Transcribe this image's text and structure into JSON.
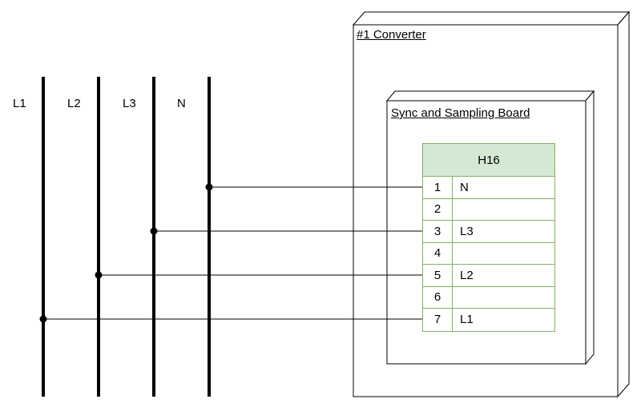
{
  "busbars": {
    "labels": [
      "L1",
      "L2",
      "L3",
      "N"
    ]
  },
  "converter": {
    "title": "#1 Converter"
  },
  "board": {
    "title": "Sync and Sampling Board"
  },
  "connector": {
    "header": "H16",
    "rows": [
      {
        "num": "1",
        "name": "N"
      },
      {
        "num": "2",
        "name": ""
      },
      {
        "num": "3",
        "name": "L3"
      },
      {
        "num": "4",
        "name": ""
      },
      {
        "num": "5",
        "name": "L2"
      },
      {
        "num": "6",
        "name": ""
      },
      {
        "num": "7",
        "name": "L1"
      }
    ]
  },
  "colors": {
    "table_border": "#82b366",
    "table_header_fill": "#d5e8d4",
    "line": "#000000"
  }
}
